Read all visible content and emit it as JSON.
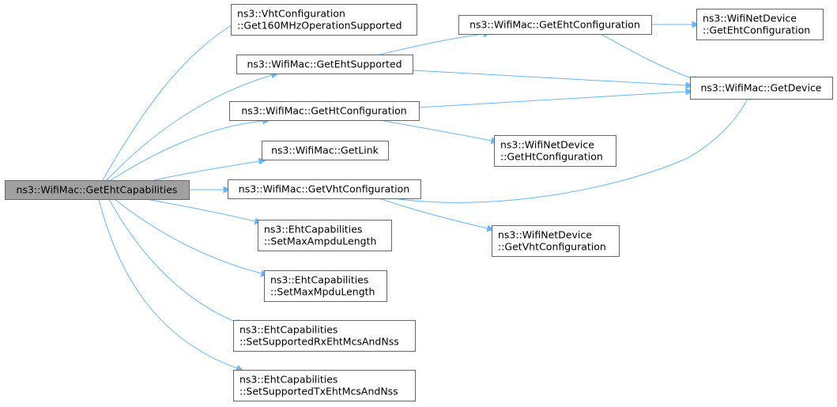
{
  "nodes": {
    "root": [
      "ns3::WifiMac::GetEhtCapabilities"
    ],
    "vht160": [
      "ns3::VhtConfiguration",
      "::Get160MHzOperationSupported"
    ],
    "getEhtSupported": [
      "ns3::WifiMac::GetEhtSupported"
    ],
    "getHtConfig": [
      "ns3::WifiMac::GetHtConfiguration"
    ],
    "getLink": [
      "ns3::WifiMac::GetLink"
    ],
    "getVhtConfig": [
      "ns3::WifiMac::GetVhtConfiguration"
    ],
    "setMaxAmpdu": [
      "ns3::EhtCapabilities",
      "::SetMaxAmpduLength"
    ],
    "setMaxMpdu": [
      "ns3::EhtCapabilities",
      "::SetMaxMpduLength"
    ],
    "setRx": [
      "ns3::EhtCapabilities",
      "::SetSupportedRxEhtMcsAndNss"
    ],
    "setTx": [
      "ns3::EhtCapabilities",
      "::SetSupportedTxEhtMcsAndNss"
    ],
    "getEhtConfig": [
      "ns3::WifiMac::GetEhtConfiguration"
    ],
    "ndEhtConfig": [
      "ns3::WifiNetDevice",
      "::GetEhtConfiguration"
    ],
    "getDevice": [
      "ns3::WifiMac::GetDevice"
    ],
    "ndHtConfig": [
      "ns3::WifiNetDevice",
      "::GetHtConfiguration"
    ],
    "ndVhtConfig": [
      "ns3::WifiNetDevice",
      "::GetVhtConfiguration"
    ]
  },
  "edges": [
    [
      "root",
      "vht160"
    ],
    [
      "root",
      "getEhtSupported"
    ],
    [
      "root",
      "getHtConfig"
    ],
    [
      "root",
      "getLink"
    ],
    [
      "root",
      "getVhtConfig"
    ],
    [
      "root",
      "setMaxAmpdu"
    ],
    [
      "root",
      "setMaxMpdu"
    ],
    [
      "root",
      "setRx"
    ],
    [
      "root",
      "setTx"
    ],
    [
      "getEhtSupported",
      "getEhtConfig"
    ],
    [
      "getEhtSupported",
      "getDevice"
    ],
    [
      "getEhtConfig",
      "ndEhtConfig"
    ],
    [
      "getEhtConfig",
      "getDevice"
    ],
    [
      "getHtConfig",
      "getDevice"
    ],
    [
      "getHtConfig",
      "ndHtConfig"
    ],
    [
      "getVhtConfig",
      "getDevice"
    ],
    [
      "getVhtConfig",
      "ndVhtConfig"
    ]
  ],
  "colors": {
    "edge": "#63b8ff",
    "root_fill": "#a0a0a0",
    "node_fill": "#ffffff",
    "border": "#666666"
  }
}
